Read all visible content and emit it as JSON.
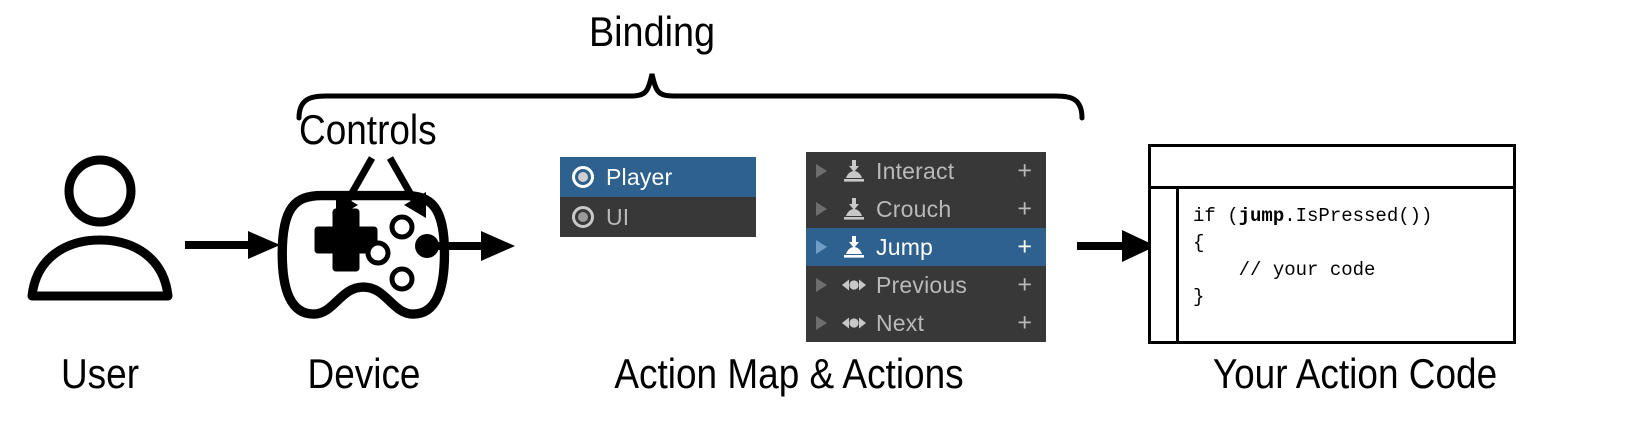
{
  "diagram": {
    "title_label": "Binding",
    "controls_label": "Controls",
    "captions": {
      "user": "User",
      "device": "Device",
      "action_map": "Action Map & Actions",
      "code": "Your Action Code"
    }
  },
  "action_maps": {
    "items": [
      {
        "label": "Player",
        "selected": true,
        "icon": "action-map-icon"
      },
      {
        "label": "UI",
        "selected": false,
        "icon": "action-map-icon"
      }
    ]
  },
  "actions": {
    "add_label": "+",
    "items": [
      {
        "label": "Interact",
        "selected": false,
        "icon": "button-action-icon"
      },
      {
        "label": "Crouch",
        "selected": false,
        "icon": "button-action-icon"
      },
      {
        "label": "Jump",
        "selected": true,
        "icon": "button-action-icon"
      },
      {
        "label": "Previous",
        "selected": false,
        "icon": "axis-action-icon"
      },
      {
        "label": "Next",
        "selected": false,
        "icon": "axis-action-icon"
      }
    ]
  },
  "code_window": {
    "lines": [
      {
        "pre": "if (",
        "bold": "jump",
        "post": ".IsPressed())"
      },
      {
        "pre": "{",
        "bold": "",
        "post": ""
      },
      {
        "pre": "    // your code",
        "bold": "",
        "post": ""
      },
      {
        "pre": "}",
        "bold": "",
        "post": ""
      }
    ]
  },
  "colors": {
    "selection_blue": "#2e618e",
    "panel_dark": "#383838",
    "text_grey": "#b9b9b9",
    "icon_grey": "#c8c8c8",
    "outline_black": "#000000"
  }
}
